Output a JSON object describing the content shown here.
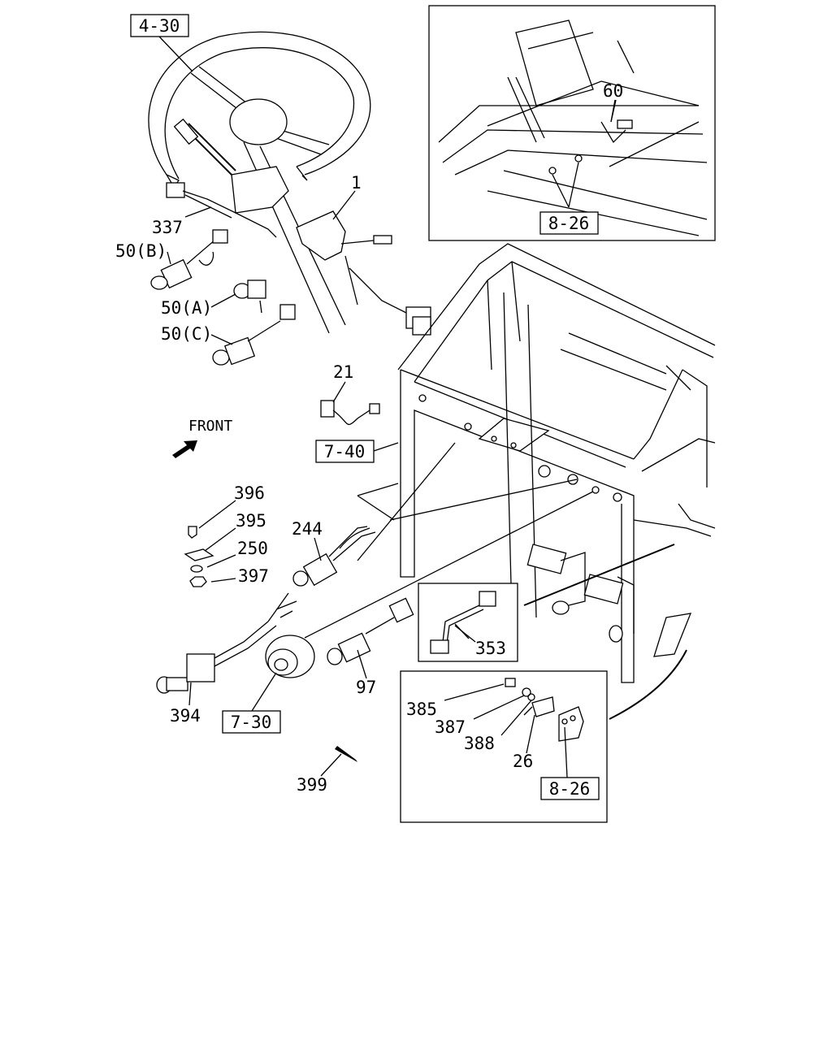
{
  "figure": {
    "refs": {
      "steering": "4-30",
      "frame": "7-40",
      "key": "7-30",
      "inset_top": "8-26",
      "inset_bottom": "8-26"
    },
    "parts": {
      "p1": "1",
      "p337": "337",
      "p50b": "50(B)",
      "p50a": "50(A)",
      "p50c": "50(C)",
      "p60": "60",
      "p21": "21",
      "front": "FRONT",
      "p396": "396",
      "p395": "395",
      "p250": "250",
      "p397": "397",
      "p244": "244",
      "p353": "353",
      "p97": "97",
      "p394": "394",
      "p399": "399",
      "p385": "385",
      "p387": "387",
      "p388": "388",
      "p26": "26"
    }
  }
}
